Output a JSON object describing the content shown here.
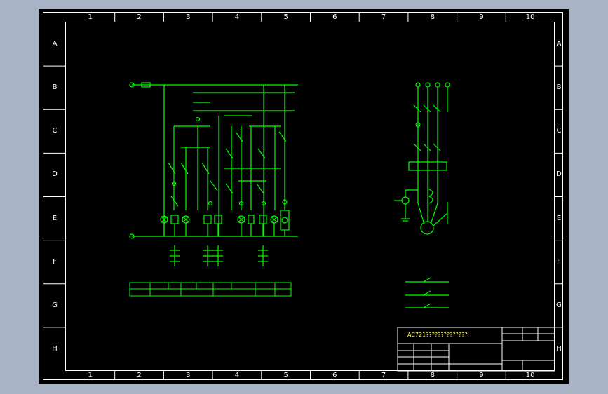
{
  "colors": {
    "background": "#000000",
    "border": "#ffffff",
    "wire": "#00ff00",
    "label": "#ff3333",
    "tag": "#ffff66"
  },
  "frame": {
    "columns": [
      "1",
      "2",
      "3",
      "4",
      "5",
      "6",
      "7",
      "8",
      "9",
      "10"
    ],
    "rows": [
      "A",
      "B",
      "C",
      "D",
      "E",
      "F",
      "G",
      "H"
    ]
  },
  "title_block": {
    "title": "AC721??????????????"
  }
}
